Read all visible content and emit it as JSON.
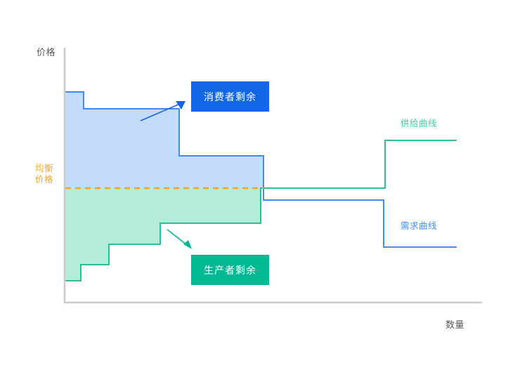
{
  "chart_data": {
    "type": "area",
    "title": "",
    "xlabel": "数量",
    "ylabel": "价格",
    "grid": false,
    "legend_position": "inline-right",
    "annotations": [
      {
        "name": "consumer-surplus",
        "label": "消费者剩余",
        "color": "#1466e8"
      },
      {
        "name": "producer-surplus",
        "label": "生产者剩余",
        "color": "#00b894"
      },
      {
        "name": "equilibrium-price",
        "label": "均衡\n价格",
        "color": "#f5a623"
      }
    ],
    "series": [
      {
        "name": "需求曲线",
        "type": "step",
        "color": "#3d8bfd",
        "fill": "#c3dcfb",
        "steps": [
          {
            "q_start": 0,
            "q_end": 1,
            "price": 9.0
          },
          {
            "q_start": 1,
            "q_end": 3,
            "price": 8.2
          },
          {
            "q_start": 3,
            "q_end": 5,
            "price": 6.0
          },
          {
            "q_start": 5,
            "q_end": 8,
            "price": 3.8
          },
          {
            "q_start": 8,
            "q_end": 11,
            "price": 3.2
          },
          {
            "q_start": 11,
            "q_end": 15,
            "price": 0.9
          }
        ]
      },
      {
        "name": "供给曲线",
        "type": "step",
        "color": "#2bbf97",
        "fill": "#b3ecd9",
        "steps": [
          {
            "q_start": 0,
            "q_end": 1,
            "price": 1.1
          },
          {
            "q_start": 1,
            "q_end": 2,
            "price": 1.9
          },
          {
            "q_start": 2,
            "q_end": 4,
            "price": 2.9
          },
          {
            "q_start": 4,
            "q_end": 8,
            "price": 3.9
          },
          {
            "q_start": 8,
            "q_end": 11,
            "price": 5.7
          },
          {
            "q_start": 11,
            "q_end": 15,
            "price": 8.1
          }
        ]
      }
    ],
    "equilibrium": {
      "price": 5.7,
      "label": "均衡价格"
    }
  },
  "labels": {
    "y_axis": "价格",
    "x_axis": "数量",
    "equilibrium_line1": "均衡",
    "equilibrium_line2": "价格",
    "supply_curve": "供给曲线",
    "demand_curve": "需求曲线",
    "consumer_surplus": "消费者剩余",
    "producer_surplus": "生产者剩余"
  },
  "colors": {
    "demand_stroke": "#3d8bfd",
    "demand_fill": "#c3dcfb",
    "supply_stroke": "#2bbf97",
    "supply_fill": "#b3ecd9",
    "equilibrium": "#f5a623",
    "axis": "#c9c9c9",
    "consumer_tag_bg": "#1466e8",
    "producer_tag_bg": "#00b894",
    "axis_text": "#595959"
  }
}
